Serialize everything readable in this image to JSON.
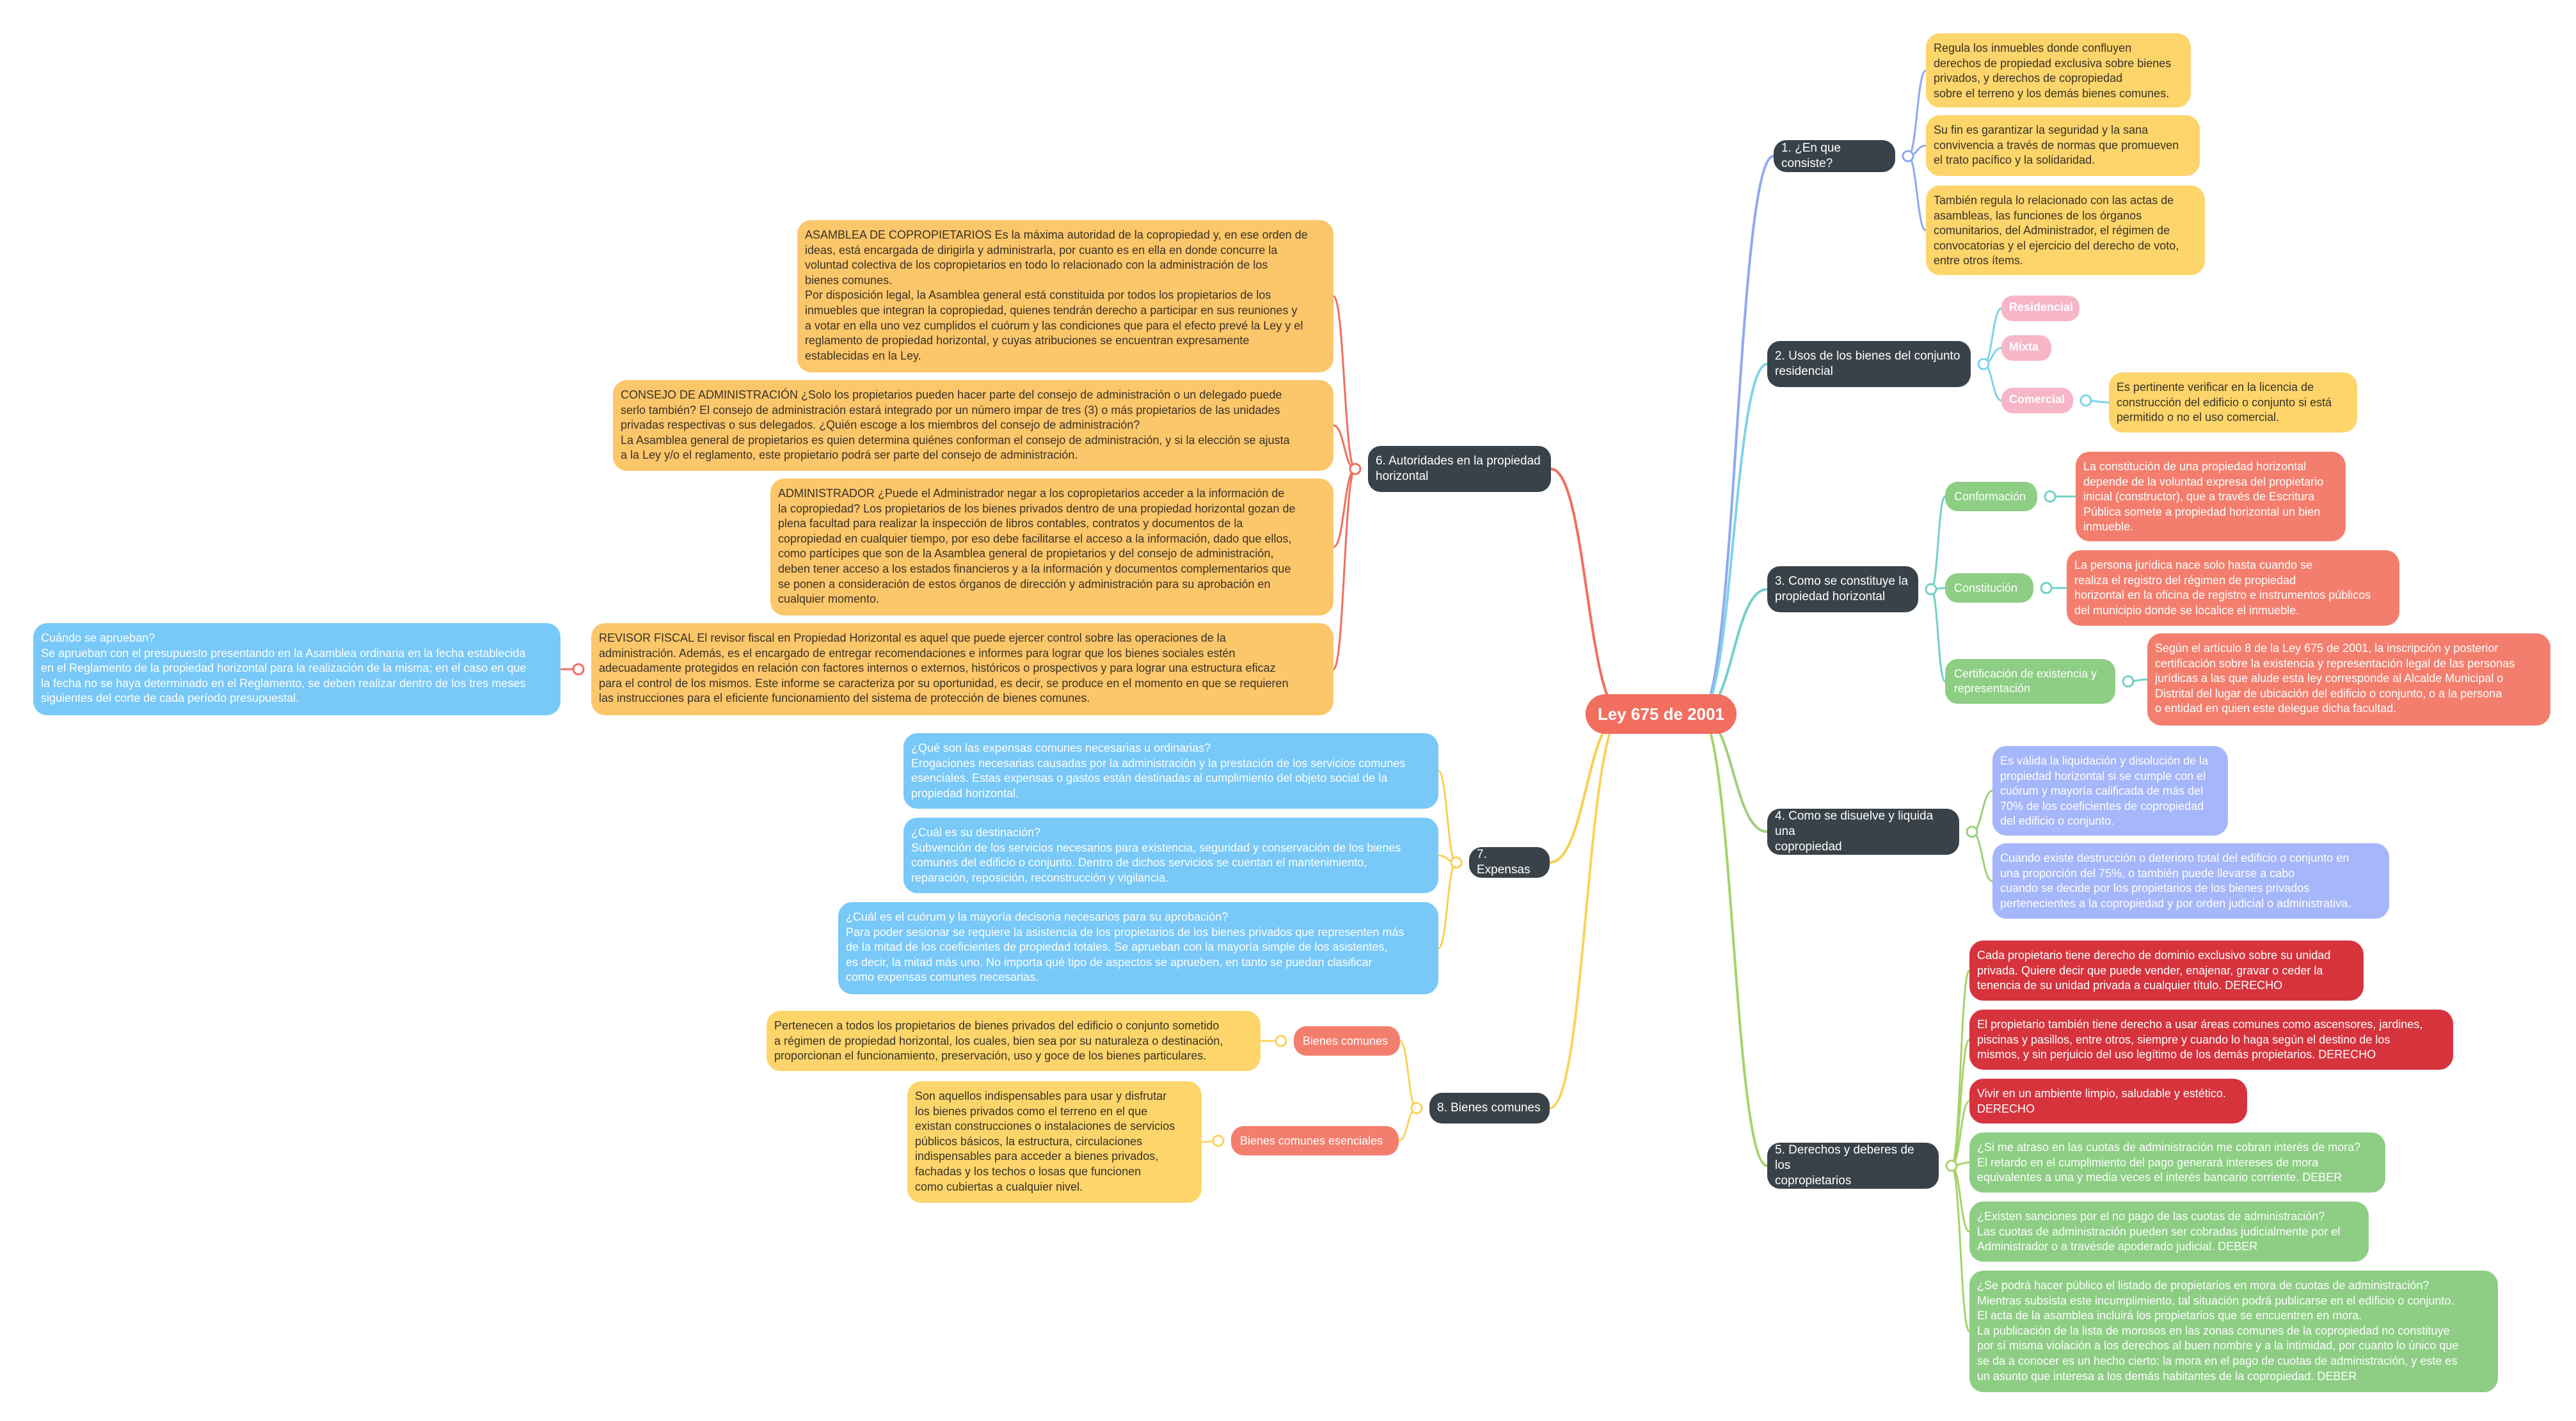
{
  "central_topic": "Ley 675 de 2001",
  "branches": [
    {
      "label": "1. ¿En que consiste?",
      "color": "#8fa8f0",
      "children": [
        "Regula los inmuebles donde confluyen\nderechos de propiedad exclusiva sobre bienes\nprivados, y derechos de copropiedad\nsobre el terreno y los demás bienes comunes.",
        "Su fin es garantizar la seguridad y la sana\nconvivencia a través de normas que promueven\nel trato pacífico y la solidaridad.",
        "También regula lo relacionado con las actas de\nasambleas, las funciones de los órganos\ncomunitarios, del Administrador, el régimen de\nconvocatorias y el ejercicio del derecho de voto,\nentre otros ítems."
      ]
    },
    {
      "label": "2. Usos de los bienes del conjunto\nresidencial",
      "color": "#7fd3e8",
      "children": [
        "Residencial",
        "Mixta",
        "Comercial"
      ],
      "comercial_note": "Es pertinente verificar en la licencia de\nconstrucción del edificio o conjunto si está\npermitido o no el uso comercial."
    },
    {
      "label": "3. Como se constituye la\npropiedad horizontal",
      "color": "#73d1c8",
      "children": [
        {
          "label": "Conformación",
          "text": "La constitución de una propiedad horizontal\ndepende de la voluntad expresa del propietario\ninicial (constructor), que a través de Escritura\nPública somete a propiedad horizontal un bien\ninmueble."
        },
        {
          "label": "Constitución",
          "text": "La persona jurídica nace solo hasta cuando se\nrealiza el registro del régimen de propiedad\nhorizontal en la oficina de registro e instrumentos públicos\ndel municipio donde se localice el inmueble."
        },
        {
          "label": "Certificación de existencia y\nrepresentación",
          "text": "Según el artículo 8 de la Ley 675 de 2001, la inscripción y posterior\ncertificación sobre la existencia y representación legal de las personas\njurídicas a las que alude esta ley corresponde al Alcalde Municipal o\nDistrital del lugar de ubicación del edificio o conjunto, o a la persona\no entidad en quien este delegue dicha facultad."
        }
      ]
    },
    {
      "label": "4. Como se disuelve y liquida una\ncopropiedad",
      "color": "#9ecf7c",
      "children": [
        "Es válida la liquidación y disolución de la\npropiedad horizontal si se cumple con el\ncuórum y mayoría calificada de más del\n70% de los coeficientes de copropiedad\ndel edificio o conjunto.",
        "Cuando existe destrucción o deterioro total del edificio o conjunto en\nuna proporción del 75%, o también puede llevarse a cabo\ncuando se decide por los propietarios de los bienes privados\npertenecientes a la copropiedad y por orden judicial o administrativa."
      ]
    },
    {
      "label": "5. Derechos y deberes de los\ncopropietarios",
      "color": "#a6d36a",
      "children": [
        "Cada propietario tiene derecho de dominio exclusivo sobre su unidad\nprivada. Quiere decir que puede vender, enajenar, gravar o ceder la\ntenencia de su unidad privada a cualquier título. DERECHO",
        "El propietario también tiene derecho a usar áreas comunes como ascensores, jardines,\npiscinas y pasillos, entre otros, siempre y cuando lo haga según el destino de los\nmismos, y sin perjuicio del uso legítimo de los demás propietarios. DERECHO",
        "Vivir en un ambiente limpio, saludable y estético.\nDERECHO",
        "¿Si me atraso en las cuotas de administración me cobran interés de mora?\nEl retardo en el cumplimiento del pago generará intereses de mora\nequivalentes a una y media veces el interés bancario corriente. DEBER",
        "¿Existen sanciones por el no pago de las cuotas de administración?\nLas cuotas de administración pueden ser cobradas judicialmente por el\nAdministrador o a travésde apoderado judicial. DEBER",
        "¿Se podrá hacer público el listado de propietarios en mora de cuotas de administración?\nMientras subsista este incumplimiento, tal situación podrá publicarse en el edificio o conjunto.\nEl acta de la asamblea incluirá los propietarios que se encuentren en mora.\nLa publicación de la lista de morosos en las zonas comunes de la copropiedad no constituye\npor sí misma violación a los derechos al buen nombre y a la intimidad, por cuanto lo único que\nse da a conocer es un hecho cierto: la mora en el pago de cuotas de administración, y este es\nun asunto que interesa a los demás habitantes de la copropiedad. DEBER"
      ]
    },
    {
      "label": "6. Autoridades en la propiedad\nhorizontal",
      "color": "#f26e5f",
      "children": [
        "ASAMBLEA DE COPROPIETARIOS Es la máxima autoridad de la copropiedad y, en ese orden de\nideas, está encargada de dirigirla y administrarla, por cuanto es en ella en donde concurre la\nvoluntad colectiva de los copropietarios en todo lo relacionado con la administración de los\nbienes comunes.\nPor disposición legal, la Asamblea general está constituida por todos los propietarios de los\ninmuebles que integran la copropiedad, quienes tendrán derecho a participar en sus reuniones y\na votar en ella uno vez cumplidos el cuórum y las condiciones que para el efecto prevé la Ley y el\nreglamento de propiedad horizontal, y cuyas atribuciones se encuentran expresamente\nestablecidas en la Ley.",
        "CONSEJO DE ADMINISTRACIÓN ¿Solo los propietarios pueden hacer parte del consejo de administración o un delegado puede\nserlo también? El consejo de administración estará integrado por un número impar de tres (3) o más propietarios de las unidades\nprivadas respectivas o sus delegados. ¿Quién escoge a los miembros del consejo de administración?\nLa Asamblea general de propietarios es quien determina quiénes conforman el consejo de administración, y si la elección se ajusta\na la Ley y/o el reglamento, este propietario podrá ser parte del consejo de administración.",
        "ADMINISTRADOR ¿Puede el Administrador negar a los copropietarios acceder a la información de\nla copropiedad? Los propietarios de los bienes privados dentro de una propiedad horizontal gozan de\nplena facultad para realizar la inspección de libros contables, contratos y documentos de la\ncopropiedad en cualquier tiempo, por eso debe facilitarse el acceso a la información, dado que ellos,\ncomo partícipes que son de la Asamblea general de propietarios y del consejo de administración,\ndeben tener acceso a los estados financieros y a la información y documentos complementarios que\nse ponen a consideración de estos órganos de dirección y administración para su aprobación en\ncualquier momento.",
        "REVISOR FISCAL El revisor fiscal en Propiedad Horizontal es aquel que puede ejercer control sobre las operaciones de la\nadministración. Además, es el encargado de entregar recomendaciones e informes para lograr  que los bienes sociales estén\nadecuadamente protegidos en relación con factores internos o externos, históricos o prospectivos y para lograr una estructura eficaz\npara el control de los mismos. Este informe se caracteriza por su oportunidad, es decir, se produce en el momento en que se requieren\nlas instrucciones para el eficiente funcionamiento del sistema de protección de bienes comunes."
      ],
      "revisor_note": "Cuándo se aprueban?\nSe aprueban con el presupuesto presentando en la Asamblea ordinaria en la fecha establecida\nen el Reglamento de la propiedad horizontal para la realización de la misma; en el caso en que\nla fecha no se haya determinado en el Reglamento, se deben realizar dentro de los tres meses\nsiguientes del corte de cada período presupuestal."
    },
    {
      "label": "7. Expensas",
      "color": "#f9cf52",
      "children": [
        "¿Qué son las expensas comunes necesarias u ordinarias?\nErogaciones necesarias causadas por la administración y la prestación de los servicios comunes\nesenciales. Estas expensas o gastos están destinadas al cumplimiento del objeto social de la\npropiedad horizontal.",
        "¿Cuál es su destinación?\nSubvención de los servicios necesarios para existencia, seguridad y conservación de los bienes\ncomunes del edificio o conjunto. Dentro de dichos servicios se cuentan el mantenimiento,\nreparación, reposición, reconstrucción y vigilancia.",
        "¿Cuál es el cuórum y la mayoría decisoria necesarios para su aprobación?\nPara poder sesionar se requiere la asistencia de los propietarios de los bienes privados que representen más\nde la mitad de los coeficientes de propiedad totales. Se aprueban con la mayoría simple de los asistentes,\nes decir, la mitad más uno. No importa qué tipo de aspectos se aprueben, en tanto se puedan clasificar\ncomo expensas comunes necesarias."
      ]
    },
    {
      "label": "8. Bienes comunes",
      "color": "#f9d45c",
      "children": [
        {
          "label": "Bienes comunes",
          "text": "Pertenecen a todos los propietarios de bienes privados del edificio o conjunto sometido\na régimen de propiedad horizontal, los cuales, bien sea por su naturaleza o destinación,\nproporcionan el funcionamiento, preservación, uso y goce de los bienes particulares."
        },
        {
          "label": "Bienes comunes esenciales",
          "text": "Son aquellos indispensables para usar y disfrutar\nlos bienes privados como el terreno en el que\nexistan construcciones o instalaciones de servicios\npúblicos básicos, la estructura, circulaciones\nindispensables para acceder a bienes privados,\nfachadas y los techos o losas que funcionen\ncomo cubiertas a cualquier nivel."
        }
      ]
    }
  ]
}
